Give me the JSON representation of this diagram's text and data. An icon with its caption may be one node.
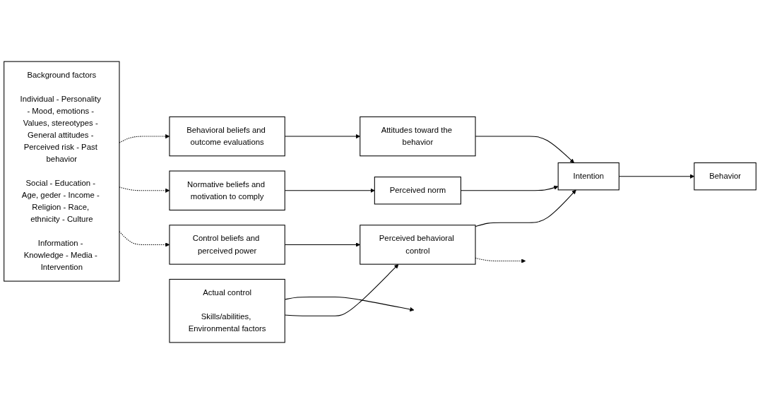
{
  "diagram": {
    "nodes": [
      {
        "text": [
          "Background factors",
          "Individual - Personality - Mood, emotions - Values, stereotypes - General attitudes - Perceived risk - Past behavior",
          "Social - Education - Age, geder - Income - Religion - Race, ethnicity - Culture",
          "Information - Knowledge - Media - Intervention"
        ]
      },
      {
        "text": [
          "Behavioral beliefs and outcome evaluations"
        ]
      },
      {
        "text": [
          "Normative beliefs and motivation to comply"
        ]
      },
      {
        "text": [
          "Control beliefs and perceived power"
        ]
      },
      {
        "text": [
          "Attitudes toward the behavior"
        ]
      },
      {
        "text": [
          "Perceived norm"
        ]
      },
      {
        "text": [
          "Perceived behavioral control"
        ]
      },
      {
        "text": [
          "Intention"
        ]
      },
      {
        "text": [
          "Behavior"
        ]
      },
      {
        "text": [
          "Actual control",
          "Skills/abilities, Environmental factors"
        ]
      }
    ],
    "edges": [
      {
        "from": 0,
        "to": 1,
        "arrow": "to",
        "style": "dashed"
      },
      {
        "from": 0,
        "to": 2,
        "arrow": "to",
        "style": "dashed"
      },
      {
        "from": 0,
        "to": 3,
        "arrow": "to",
        "style": "dashed"
      },
      {
        "from": 1,
        "to": 4,
        "arrow": "to"
      },
      {
        "from": 2,
        "to": 5,
        "arrow": "to"
      },
      {
        "from": 3,
        "to": 6,
        "arrow": "to"
      },
      {
        "from": 4,
        "to": 7,
        "arrow": "to"
      },
      {
        "from": 5,
        "to": 7,
        "arrow": "to"
      },
      {
        "from": 6,
        "to": 7,
        "arrow": "to"
      },
      {
        "from": 7,
        "to": 8,
        "arrow": "to"
      },
      {
        "from": 6,
        "to": null,
        "arrow": "to",
        "style": "dashed"
      },
      {
        "from": 9,
        "to": null,
        "arrow": "to"
      },
      {
        "from": 9,
        "to": 6,
        "arrow": "to"
      }
    ]
  }
}
